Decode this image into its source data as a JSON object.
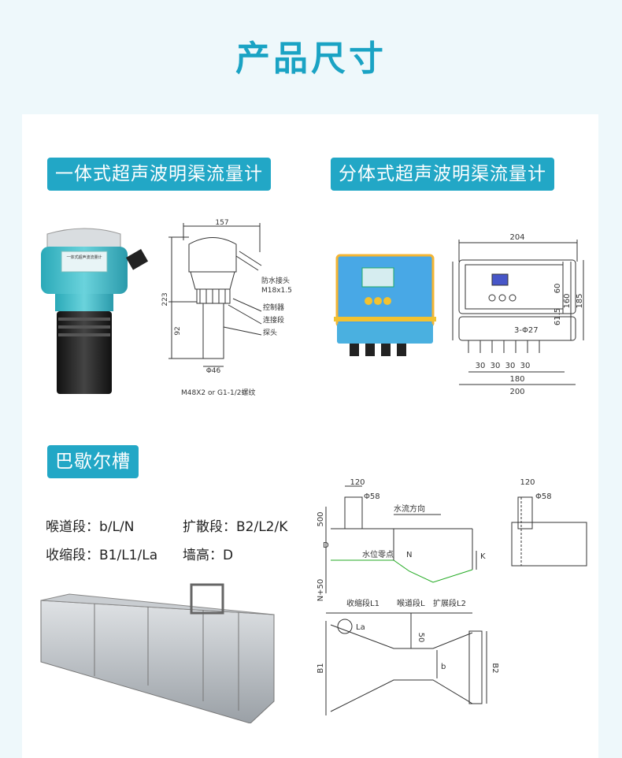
{
  "page_title": "产品尺寸",
  "sections": {
    "integrated": {
      "tag": "一体式超声波明渠流量计",
      "product_label_text": "一体式超声波流量计",
      "drawing": {
        "width": "157",
        "height": "223",
        "lower": "92",
        "dia": "Φ46",
        "callout_1a": "防水接头",
        "callout_1b": "M18x1.5",
        "callout_2": "控制器",
        "callout_3": "连接段",
        "callout_4": "探头",
        "thread": "M48X2 or G1-1/2螺纹"
      }
    },
    "split": {
      "tag": "分体式超声波明渠流量计",
      "drawing": {
        "top_width": "204",
        "h60": "60",
        "h160": "160",
        "h185": "185",
        "h615": "61.5",
        "holes": "3-Φ27",
        "spacing": [
          "30",
          "30",
          "30",
          "30"
        ],
        "w180": "180",
        "w200": "200"
      }
    },
    "flume": {
      "tag": "巴歇尔槽",
      "specs": {
        "throat": "喉道段：b/L/N",
        "diverge": "扩散段：B2/L2/K",
        "converge": "收缩段：B1/L1/La",
        "wall": "墙高：D"
      },
      "drawing": {
        "w120a": "120",
        "d58a": "Φ58",
        "h500": "500",
        "flow": "水流方向",
        "d": "D",
        "k": "K",
        "zero": "水位零点",
        "n": "N",
        "n50": "N+50",
        "seg_l1": "收缩段L1",
        "seg_l": "喉道段L",
        "seg_l2": "扩展段L2",
        "la": "La",
        "d50": "50",
        "b": "b",
        "b1": "B1",
        "b2": "B2",
        "w120b": "120",
        "d58b": "Φ58"
      }
    }
  },
  "colors": {
    "accent": "#22a7c6",
    "title": "#1aa3c4",
    "device_body": "#3fb8c8",
    "page_bg": "#eef8fb"
  }
}
